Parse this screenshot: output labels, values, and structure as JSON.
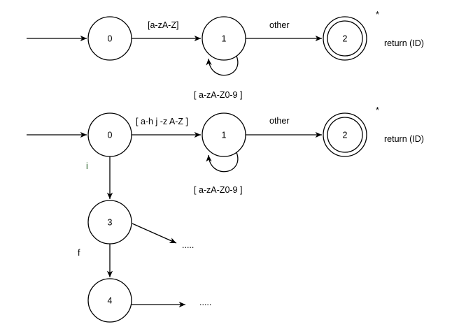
{
  "diagram1": {
    "states": {
      "s0": "0",
      "s1": "1",
      "s2": "2"
    },
    "edges": {
      "s0_to_s1": "[a-zA-Z]",
      "s1_to_s2": "other",
      "s1_loop": "[  a-zA-Z0-9 ]"
    },
    "star": "*",
    "action": "return (ID)"
  },
  "diagram2": {
    "states": {
      "s0": "0",
      "s1": "1",
      "s2": "2",
      "s3": "3",
      "s4": "4"
    },
    "edges": {
      "s0_to_s1": "[ a-h j -z A-Z ]",
      "s1_to_s2": "other",
      "s1_loop": "[  a-zA-Z0-9 ]",
      "s0_to_s3": "i",
      "s3_to_s4": "f",
      "s3_out": ".....",
      "s4_out": "....."
    },
    "star": "*",
    "action": "return (ID)"
  }
}
